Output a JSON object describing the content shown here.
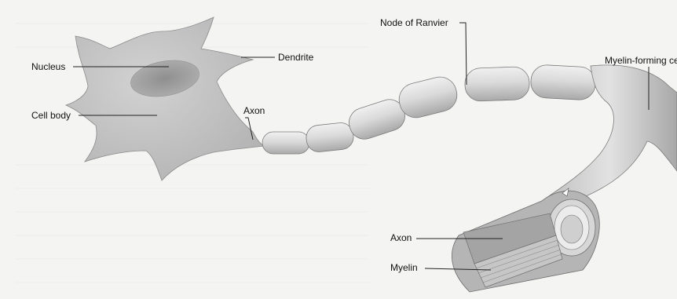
{
  "labels": {
    "nucleus": "Nucleus",
    "dendrite": "Dendrite",
    "cell_body": "Cell body",
    "axon_top": "Axon",
    "node_of_ranvier": "Node of Ranvier",
    "myelin_forming_cell": "Myelin-forming ce",
    "axon_bottom": "Axon",
    "myelin": "Myelin"
  },
  "colors": {
    "background": "#f4f4f3",
    "cell_fill": "#c9c9c9",
    "nucleus_fill": "#9c9c9c",
    "myelin_fill": "#d9d9d9",
    "outline": "#6b6b6b"
  }
}
